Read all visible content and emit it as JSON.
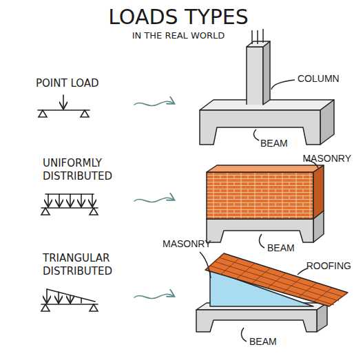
{
  "diagram": {
    "title": "LOADS TYPES",
    "labels": [
      "IN THE REAL WORLD",
      "POINT LOAD",
      "UNIFORMLY DISTRIBUTED",
      "TRIANGULAR DISTRIBUTED",
      "COLUMN",
      "BEAM",
      "MASONRY",
      "BEAM",
      "MASONRY",
      "ROOFING",
      "BEAM"
    ]
  }
}
